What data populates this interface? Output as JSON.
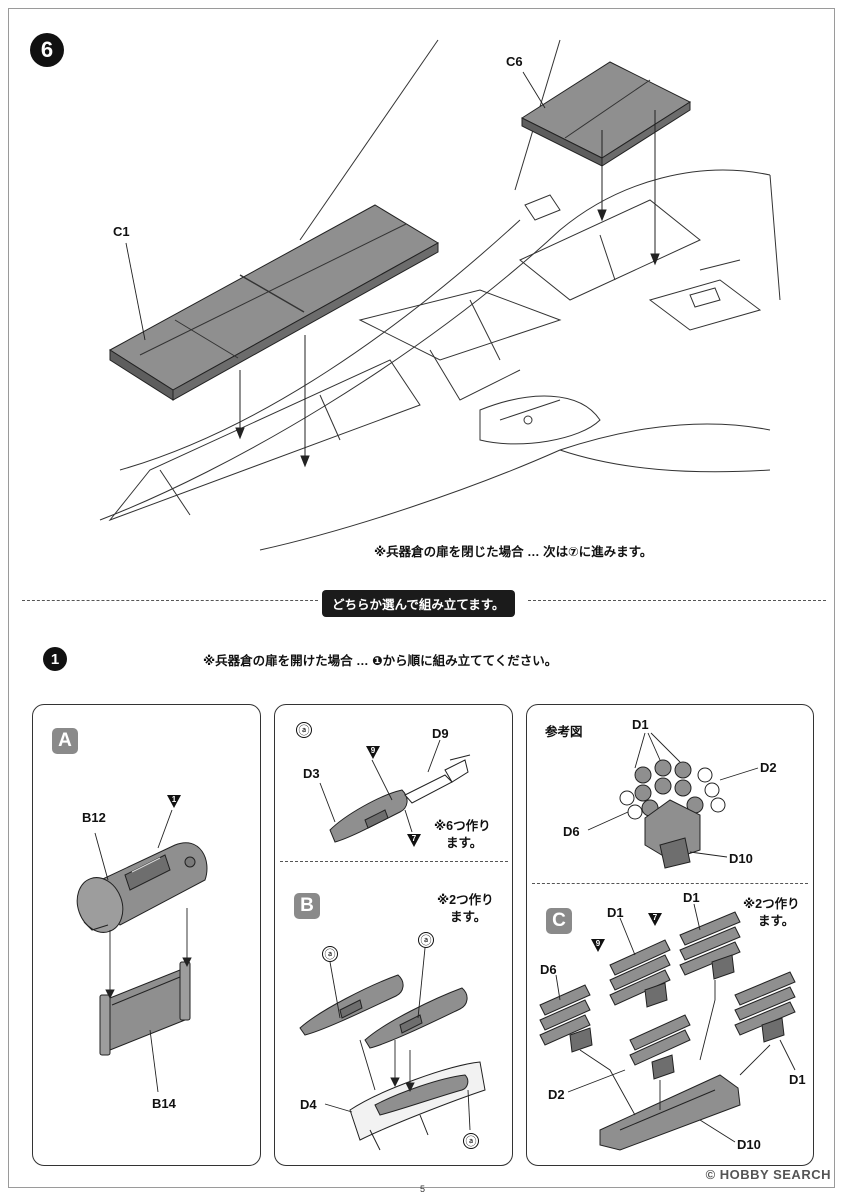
{
  "page": {
    "number": "5",
    "watermark": "© HOBBY SEARCH"
  },
  "section_top": {
    "step": "6",
    "parts": {
      "c1": "C1",
      "c6": "C6"
    },
    "note": "※兵器倉の扉を閉じた場合 … 次は⑦に進みます。"
  },
  "choose_banner": "どちらか選んで組み立てます。",
  "section_bottom": {
    "step": "1",
    "note": "※兵器倉の扉を開けた場合 … ❶から順に組み立ててください。"
  },
  "panel_a": {
    "letter": "A",
    "marker": "1",
    "parts": {
      "b12": "B12",
      "b14": "B14"
    }
  },
  "panel_missile": {
    "circle": "ⓐ",
    "marker_top": "9",
    "marker_bottom": "7",
    "parts": {
      "d3": "D3",
      "d9": "D9"
    },
    "note_line1": "※6つ作り",
    "note_line2": "ます。"
  },
  "panel_b": {
    "letter": "B",
    "circle_1": "ⓐ",
    "circle_2": "ⓐ",
    "circle_3": "ⓐ",
    "parts": {
      "d4": "D4"
    },
    "note_line1": "※2つ作り",
    "note_line2": "ます。"
  },
  "panel_ref": {
    "title": "参考図",
    "parts": {
      "d1": "D1",
      "d2": "D2",
      "d6": "D6",
      "d10": "D10"
    }
  },
  "panel_c": {
    "letter": "C",
    "marker_a": "9",
    "marker_b": "7",
    "parts": {
      "d1_left": "D1",
      "d1_right": "D1",
      "d1_far": "D1",
      "d6": "D6",
      "d2": "D2",
      "d10": "D10"
    },
    "note_line1": "※2つ作り",
    "note_line2": "ます。"
  },
  "colors": {
    "part_fill": "#8f8f8f",
    "part_dark": "#5e5e5e",
    "line": "#222222"
  }
}
